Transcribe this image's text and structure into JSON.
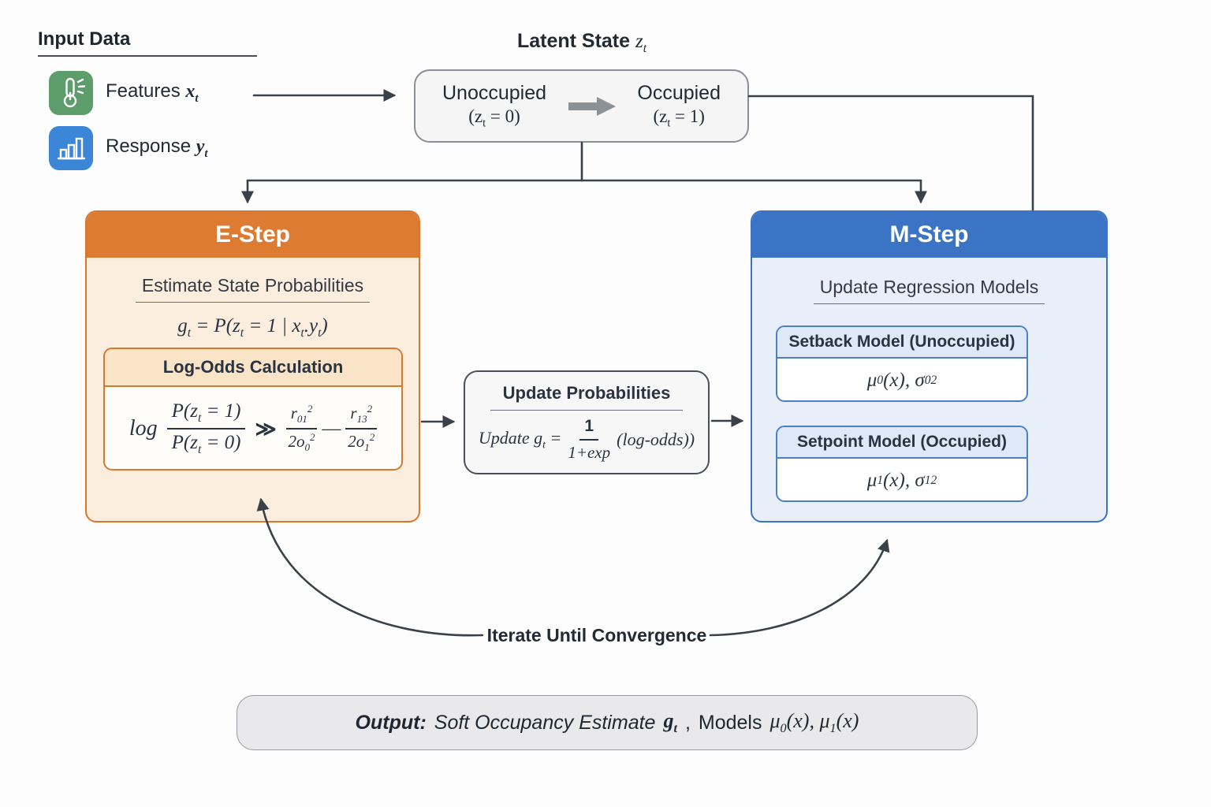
{
  "colors": {
    "e_step_accent": "#dd7b33",
    "e_step_body": "#fbeede",
    "m_step_accent": "#3b74c4",
    "m_step_body": "#e9eff8",
    "features_icon_bg": "#5d9c6b",
    "response_icon_bg": "#3c86d8",
    "connector": "#3a4149",
    "thick_arrow": "#8c9196",
    "output_bg": "#e9e9eb"
  },
  "input": {
    "heading": "Input Data",
    "features_label": "Features ",
    "features_var": "x_{t}",
    "response_label": "Response ",
    "response_var": "y_{t}"
  },
  "latent": {
    "title": "Latent State ",
    "title_var": "z_{t}",
    "unoccupied_label": "Unoccupied",
    "unoccupied_state": "(z_{t} = 0)",
    "occupied_label": "Occupied",
    "occupied_state": "(z_{t} = 1)"
  },
  "e_step": {
    "title": "E-Step",
    "subtitle": "Estimate State Probabilities",
    "formula": "g_{t} = P(z_{t} = 1 | x_{t}.y_{t})",
    "log_odds": {
      "title": "Log-Odds Calculation",
      "log": "log",
      "frac1_num": "P(z_{t} = 1)",
      "frac1_den": "P(z_{t} = 0)",
      "relation": "≫",
      "frac2_num": "r_{0}_{1}^{2}",
      "frac2_den": "2o_{0}^{2}",
      "minus": "—",
      "frac3_num": "r_{1}_{3}^{2}",
      "frac3_den": "2o_{1}^{2}"
    }
  },
  "update_box": {
    "title": "Update Probabilities",
    "prefix": "Update g_{t} =",
    "frac_num": "1",
    "frac_den": "1+exp",
    "suffix": "(log-odds))"
  },
  "m_step": {
    "title": "M-Step",
    "subtitle": "Update Regression Models",
    "setback_title": "Setback Model (Unoccupied)",
    "setback_formula": "μ_{0}(x), σ_{0}^{2}",
    "setpoint_title": "Setpoint Model (Occupied)",
    "setpoint_formula": "μ_{1}(x), σ_{1}^{2}"
  },
  "iterate_label": "Iterate Until Convergence",
  "output": {
    "prefix": "Output:",
    "phrase": "Soft Occupancy Estimate",
    "var": "g_{t}",
    "separator": ",",
    "models_label": "Models",
    "models_math": "μ_{0}(x), μ_{1}(x)"
  }
}
